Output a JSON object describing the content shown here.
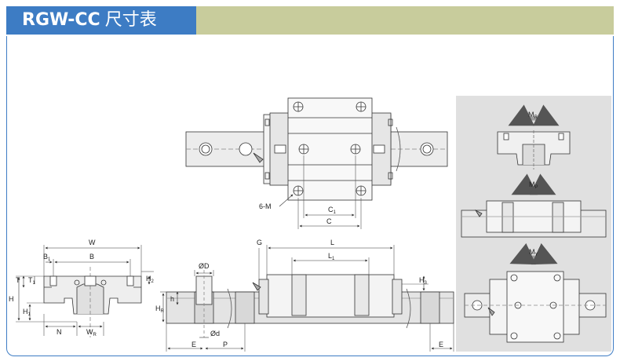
{
  "title": {
    "model": "RGW-CC",
    "subtitle": "尺寸表"
  },
  "labels": {
    "hole_callout": "6-M",
    "W": "W",
    "B": "B",
    "B1": "B",
    "B1_sub": "1",
    "H": "H",
    "H1": "H",
    "H1_sub": "1",
    "H2": "H",
    "H2_sub": "2",
    "T": "T",
    "T1": "T",
    "T1_sub": "1",
    "N": "N",
    "WR": "W",
    "WR_sub": "R",
    "HR": "H",
    "HR_sub": "R",
    "h": "h",
    "phiD": "ØD",
    "phid": "Ød",
    "E": "E",
    "P": "P",
    "G": "G",
    "L": "L",
    "L1": "L",
    "L1_sub": "1",
    "H3": "H",
    "H3_sub": "3",
    "E_right": "E",
    "C": "C",
    "C1": "C",
    "C1_sub": "1",
    "MR": "M",
    "MR_sub": "R",
    "MP": "M",
    "MP_sub": "P",
    "MY": "M",
    "MY_sub": "Y"
  },
  "colors": {
    "title_tab": "#3d7cc4",
    "header_bar": "#c8cc9c",
    "moment_panel": "#e0e0e0",
    "part_fill": "#ececec",
    "rail_fill": "#e4e4e4"
  }
}
